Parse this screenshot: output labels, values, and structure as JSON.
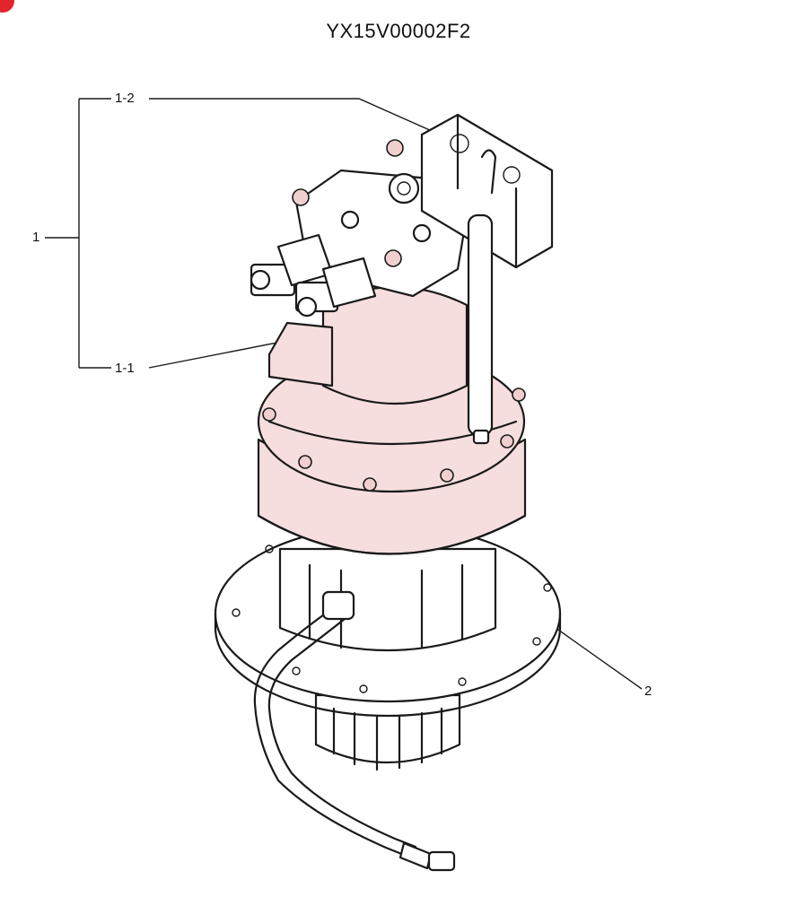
{
  "drawing_number": "YX15V00002F2",
  "callouts": {
    "assembly": "1",
    "part_1_1": "1-1",
    "part_1_2": "1-2",
    "part_2": "2"
  },
  "colors": {
    "ink": "#1a1a1a",
    "highlight": "#f6dede",
    "corner_mark": "#e0262b"
  }
}
